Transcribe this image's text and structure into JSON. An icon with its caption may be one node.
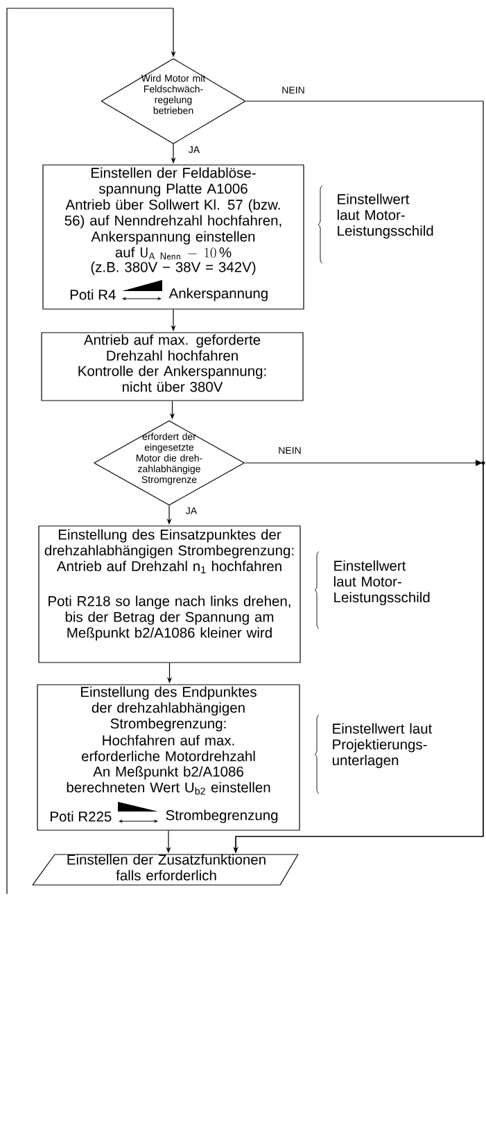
{
  "diagram": {
    "nodes": [
      {
        "text": [
          "Wird Motor mit Feldschwäch- regelung betrieben"
        ]
      },
      {
        "text": [
          "Einstellen der Feldablöse- spannung Platte A1006",
          "Antrieb über Sollwert Kl. 57 (bzw. 56) auf Nenndrehzahl hochfahren,",
          "Ankerspannung einstellen auf",
          "\\mathsf{U}_{\\mathsf{A\\ Nenn}} - 10\\,\\mathsf{\\%}",
          "(z.B. 380V − 38V = 342V)",
          "Poti R4",
          "Ankerspannung"
        ],
        "beside": [
          "Einstellwert laut Motor- Leistungsschild"
        ]
      },
      {
        "text": [
          "Antrieb auf max. geforderte Drehzahl hochfahren",
          "Kontrolle der Ankerspannung: nicht über 380V"
        ]
      },
      {
        "text": [
          "erfordert der eingesetzte Motor die dreh- zahlabhängige Stromgrenze"
        ]
      },
      {
        "text": [
          "Einstellung des Einsatzpunktes der drehzahlabhängigen Strombegrenzung: Antrieb auf Drehzahl n$_{1}$ hochfahren",
          "Poti R218 so lange nach links drehen, bis der Betrag der Spannung am Meßpunkt b2/A1086 kleiner wird"
        ],
        "beside": [
          "Einstellwert laut Motor- Leistungsschild"
        ]
      },
      {
        "text": [
          "Einstellung des Endpunktes der drehzahlabhängigen Strombegrenzung:",
          "Hochfahren auf max. erforderliche Motordrehzahl",
          "An Meßpunkt b2/A1086 berechneten Wert U$_{b2}$ einstellen",
          "Poti R225",
          "Strombegrenzung"
        ],
        "beside": [
          "Einstellwert laut Projektierungs- unterlagen"
        ]
      },
      {
        "text": [
          "Einstellen der Zusatzfunktionen falls erforderlich"
        ]
      }
    ],
    "edges": [
      {
        "from": null,
        "to": 0,
        "arrow": "to"
      },
      {
        "from": 0,
        "to": 1,
        "arrow": "to",
        "label": "JA"
      },
      {
        "from": 0,
        "to": 6,
        "arrow": "to",
        "label": "NEIN"
      },
      {
        "from": 1,
        "to": 2,
        "arrow": "to"
      },
      {
        "from": 2,
        "to": 3,
        "arrow": "to"
      },
      {
        "from": 3,
        "to": 4,
        "arrow": "to",
        "label": "JA"
      },
      {
        "from": 3,
        "to": 6,
        "arrow": "to",
        "label": "NEIN"
      },
      {
        "from": 4,
        "to": 5,
        "arrow": "to"
      },
      {
        "from": 5,
        "to": 6,
        "arrow": "to"
      }
    ]
  }
}
